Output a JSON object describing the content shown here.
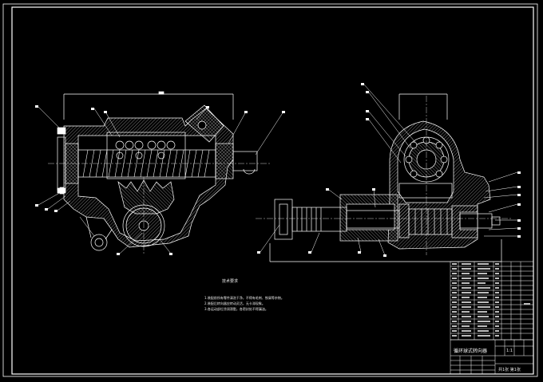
{
  "drawing": {
    "background": "#000000",
    "line_color": "#ffffff",
    "hatch_color": "#d8d8d8",
    "technical_notes": {
      "heading": "技术要求",
      "lines": [
        "1.装配前所有零件清洗干净，不得有毛刺、铁屑等杂物。",
        "2.装配后转向器应转动灵活，无卡滞现象。",
        "3.各运动部位涂润滑脂，各密封处不得漏油。"
      ]
    },
    "title_block": {
      "product_name": "循环球式转向器",
      "scale": "1:1",
      "sheet": "共1张 第1张"
    }
  }
}
